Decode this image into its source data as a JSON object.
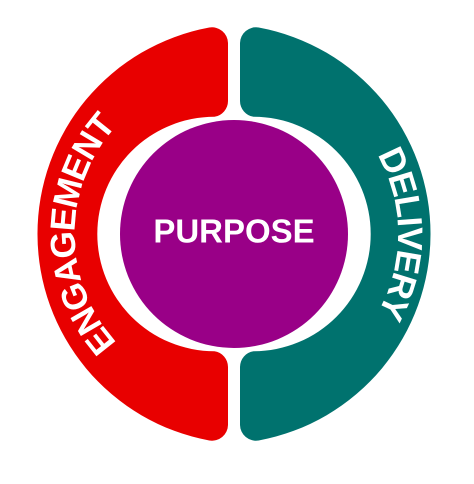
{
  "diagram": {
    "center": {
      "label": "PURPOSE",
      "color": "#990087"
    },
    "left_segment": {
      "label": "ENGAGEMENT",
      "color": "#e80000"
    },
    "right_segment": {
      "label": "DELIVERY",
      "color": "#00726e"
    },
    "ring_gap_color": "#ffffff"
  }
}
